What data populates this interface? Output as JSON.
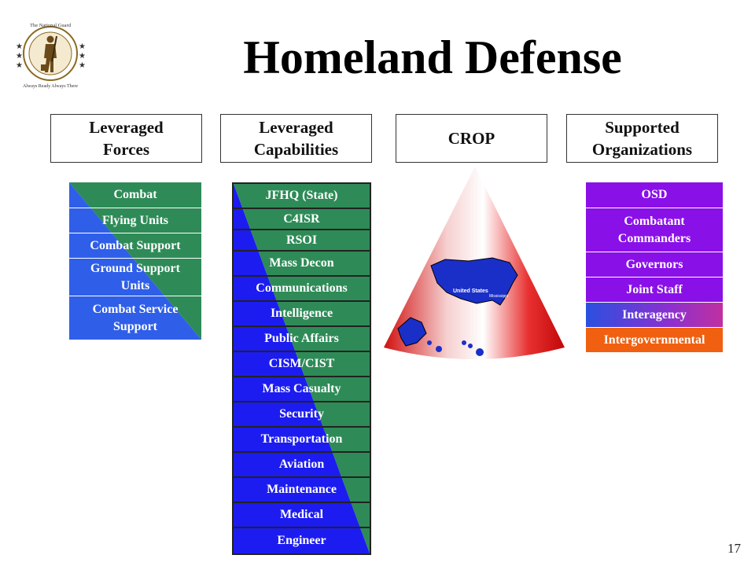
{
  "slide": {
    "title": "Homeland Defense",
    "page_number": "17",
    "logo": {
      "icon": "national-guard-minuteman-seal",
      "text_top": "The National Guard",
      "text_bottom": "Always Ready   Always There"
    }
  },
  "headers": [
    "Leveraged\nForces",
    "Leveraged\nCapabilities",
    "CROP",
    "Supported\nOrganizations"
  ],
  "forces": {
    "colors": {
      "green": "#2e8b57",
      "blue": "#2f5fe8"
    },
    "items": [
      "Combat",
      "Flying Units",
      "Combat Support",
      "Ground Support\nUnits",
      "Combat Service\nSupport"
    ]
  },
  "capabilities": {
    "colors": {
      "green": "#2e8b57",
      "blue": "#1c1cf0"
    },
    "items": [
      "JFHQ (State)",
      "C4ISR",
      "RSOI",
      "Mass Decon",
      "Communications",
      "Intelligence",
      "Public Affairs",
      "CISM/CIST",
      "Mass Casualty",
      "Security",
      "Transportation",
      "Aviation",
      "Maintenance",
      "Medical",
      "Engineer"
    ]
  },
  "crop": {
    "colors": {
      "cone_red": "#e01010",
      "map_blue": "#1a2fc8"
    },
    "map_label_1": "United States",
    "map_label_2": "Mississippi"
  },
  "organizations": {
    "items": [
      {
        "label": "OSD",
        "color": "#8a10e8"
      },
      {
        "label": "Combatant\nCommanders",
        "color": "#8a10e8"
      },
      {
        "label": "Governors",
        "color": "#8a10e8"
      },
      {
        "label": "Joint Staff",
        "color": "#8a10e8"
      },
      {
        "label": "Interagency",
        "color": "#4a3ad8"
      },
      {
        "label": "Intergovernmental",
        "color": "#f06010"
      }
    ]
  }
}
